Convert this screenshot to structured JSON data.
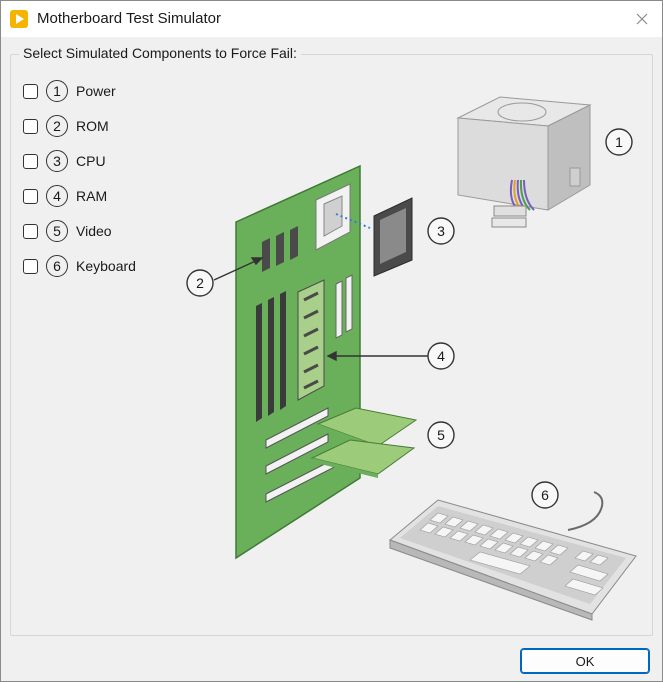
{
  "window": {
    "title": "Motherboard Test Simulator"
  },
  "group": {
    "legend": "Select Simulated Components to Force Fail:"
  },
  "options": [
    {
      "num": "1",
      "label": "Power",
      "checked": false
    },
    {
      "num": "2",
      "label": "ROM",
      "checked": false
    },
    {
      "num": "3",
      "label": "CPU",
      "checked": false
    },
    {
      "num": "4",
      "label": "RAM",
      "checked": false
    },
    {
      "num": "5",
      "label": "Video",
      "checked": false
    },
    {
      "num": "6",
      "label": "Keyboard",
      "checked": false
    }
  ],
  "callouts": [
    "1",
    "2",
    "3",
    "4",
    "5",
    "6"
  ],
  "buttons": {
    "ok": "OK"
  },
  "colors": {
    "board": "#6aaf5a",
    "card": "#a8d08a",
    "accent": "#0067c0",
    "app_icon": "#f5b400"
  }
}
